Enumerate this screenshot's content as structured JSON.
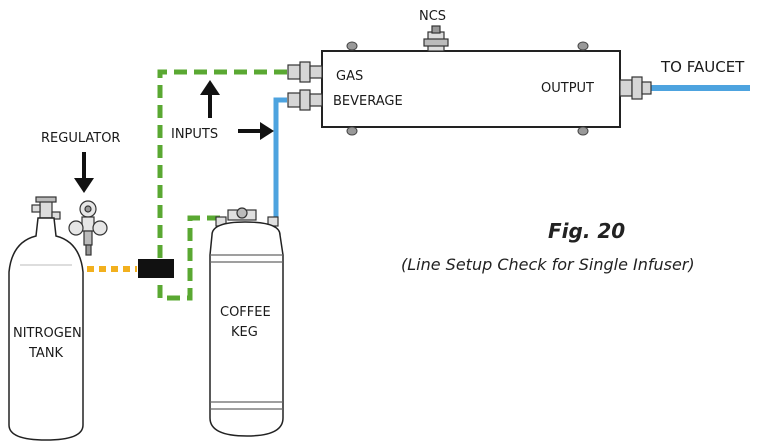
{
  "labels": {
    "ncs": "NCS",
    "gas": "GAS",
    "beverage": "BEVERAGE",
    "output": "OUTPUT",
    "to_faucet": "TO FAUCET",
    "inputs": "INPUTS",
    "regulator": "REGULATOR",
    "nitrogen_line1": "NITROGEN",
    "nitrogen_line2": "TANK",
    "coffee_line1": "COFFEE",
    "coffee_line2": "KEG"
  },
  "figure": {
    "title": "Fig. 20",
    "subtitle": "(Line Setup Check for Single Infuser)"
  },
  "colors": {
    "gas_line": "#5aa832",
    "beverage_line": "#4da3df",
    "nitrogen_line": "#f2b01e",
    "outline": "#222222",
    "tank_fill": "#ffffff"
  }
}
